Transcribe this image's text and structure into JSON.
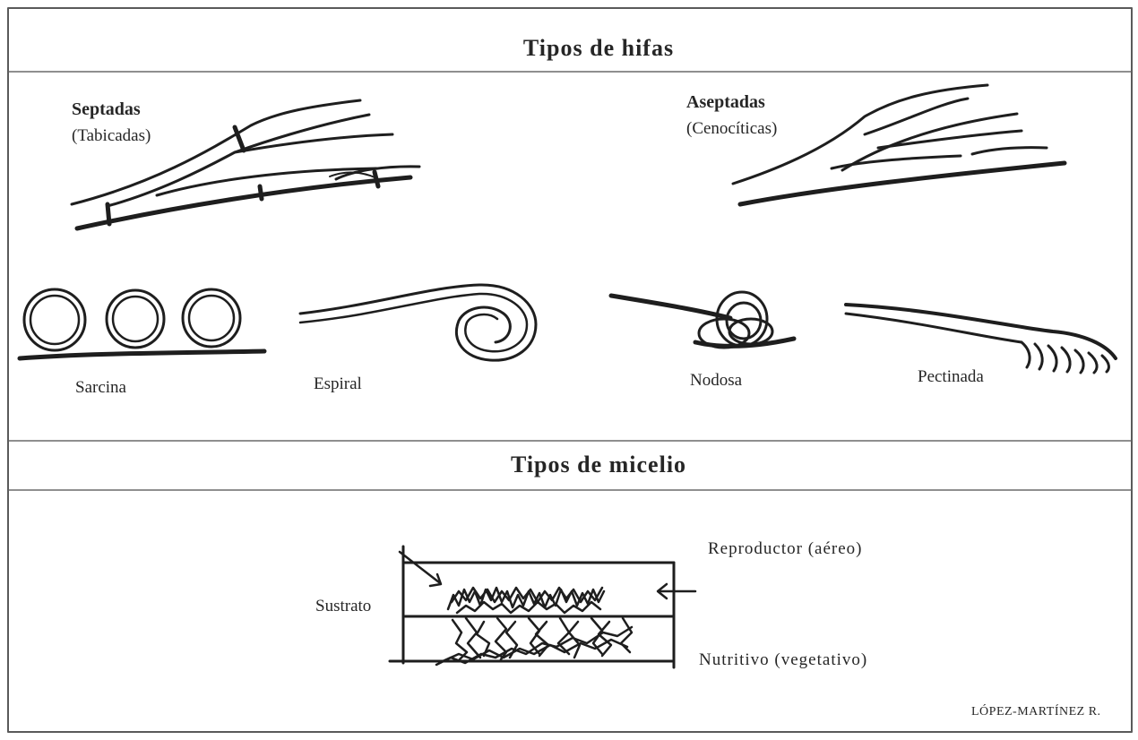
{
  "figure": {
    "hyphae_title": "Tipos de hifas",
    "septate_label": "Septadas",
    "septate_sub": "(Tabicadas)",
    "aseptate_label": "Aseptadas",
    "aseptate_sub": "(Cenocíticas)",
    "forms": [
      "Sarcina",
      "Espiral",
      "Nodosa",
      "Pectinada"
    ],
    "mycelium_title": "Tipos de micelio",
    "substrate_label": "Sustrato",
    "reproductive_label": "Reproductor (aéreo)",
    "nutritive_label": "Nutritivo (vegetativo)",
    "credit": "LÓPEZ-MARTÍNEZ R."
  },
  "colors": {
    "ink": "#1e1e1e",
    "frame": "#5a5a5a",
    "background": "#ffffff"
  }
}
